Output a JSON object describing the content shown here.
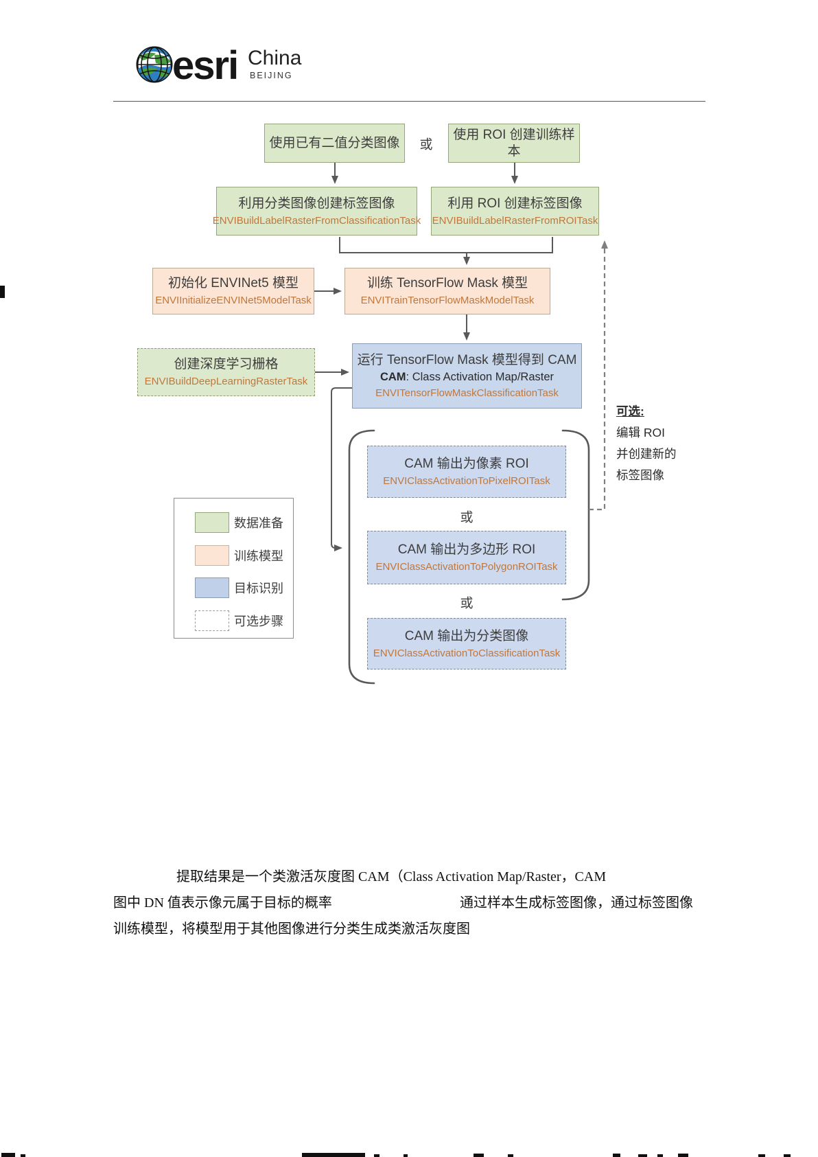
{
  "logo": {
    "brand": "esri",
    "region": "China",
    "city": "BEIJING"
  },
  "flow": {
    "or_label": "或",
    "nodes": {
      "use_binary": {
        "title": "使用已有二值分类图像"
      },
      "use_roi": {
        "title": "使用 ROI 创建训练样本"
      },
      "label_from_class": {
        "title": "利用分类图像创建标签图像",
        "task": "ENVIBuildLabelRasterFromClassificationTask"
      },
      "label_from_roi": {
        "title": "利用 ROI 创建标签图像",
        "task": "ENVIBuildLabelRasterFromROITask"
      },
      "init_model": {
        "title": "初始化 ENVINet5 模型",
        "task": "ENVIInitializeENVINet5ModelTask"
      },
      "train_model": {
        "title": "训练 TensorFlow Mask 模型",
        "task": "ENVITrainTensorFlowMaskModelTask"
      },
      "build_raster": {
        "title": "创建深度学习栅格",
        "task": "ENVIBuildDeepLearningRasterTask"
      },
      "run_model": {
        "title": "运行 TensorFlow Mask 模型得到 CAM",
        "cam_bold": "CAM",
        "cam_rest": ":  Class Activation Map/Raster",
        "task": "ENVITensorFlowMaskClassificationTask"
      },
      "cam_pixel": {
        "title": "CAM 输出为像素 ROI",
        "task": "ENVIClassActivationToPixelROITask"
      },
      "cam_polygon": {
        "title": "CAM 输出为多边形 ROI",
        "task": "ENVIClassActivationToPolygonROITask"
      },
      "cam_class": {
        "title": "CAM 输出为分类图像",
        "task": "ENVIClassActivationToClassificationTask"
      }
    },
    "optional_note": {
      "heading": "可选:",
      "lines": [
        "编辑 ROI",
        "并创建新的",
        "标签图像"
      ]
    }
  },
  "legend": {
    "items": [
      {
        "label": "数据准备",
        "type": "green"
      },
      {
        "label": "训练模型",
        "type": "orange"
      },
      {
        "label": "目标识别",
        "type": "blue"
      },
      {
        "label": "可选步骤",
        "type": "dashed"
      }
    ]
  },
  "paragraph": {
    "line1": "提取结果是一个类激活灰度图 CAM（Class Activation Map/Raster，CAM",
    "line2_left": "图中 DN 值表示像元属于目标的概率",
    "line2_right": "通过样本生成标签图像，通过标签图像",
    "line3": "训练模型，将模型用于其他图像进行分类生成类激活灰度图"
  },
  "colors": {
    "data_prep_green": "#dce8ca",
    "train_orange": "#fce5d5",
    "detect_blue": "#c8d7ec",
    "task_text_orange": "#c0773c",
    "connector_gray": "#595959"
  }
}
